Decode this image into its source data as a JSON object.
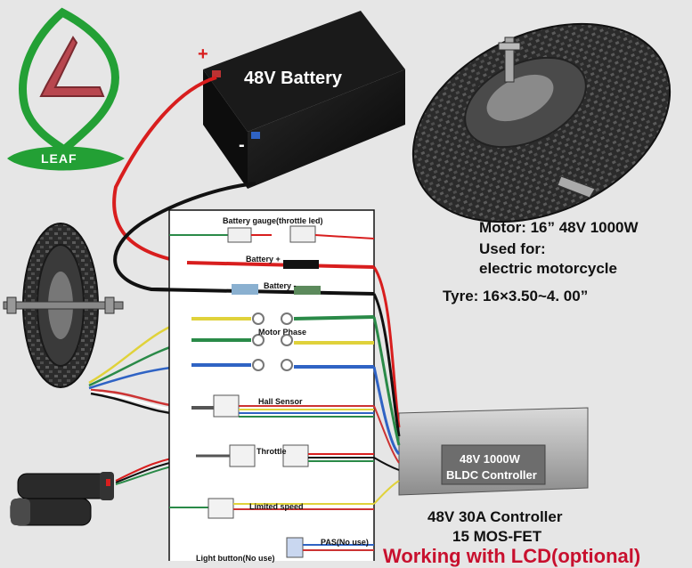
{
  "logo": {
    "text": "LEAF"
  },
  "battery": {
    "title": "48V Battery",
    "plus": "+",
    "minus": "-"
  },
  "panel": {
    "labels": {
      "battery_gauge": "Battery gauge(throttle led)",
      "battery_plus": "Battery +",
      "battery_minus": "Battery -",
      "motor_phase": "Motor Phase",
      "hall_sensor": "Hall Sensor",
      "throttle": "Throttle",
      "limited_speed": "Limited speed",
      "pas": "PAS(No use)",
      "light": "Light button(No use)"
    }
  },
  "motor_info": {
    "line1": "Motor: 16” 48V 1000W",
    "line2": "Used for:",
    "line3": "electric motorcycle",
    "tyre": "Tyre: 16×3.50~4. 00”"
  },
  "controller": {
    "label_line1": "48V 1000W",
    "label_line2": "BLDC Controller",
    "caption_line1": "48V 30A Controller",
    "caption_line2": "15 MOS-FET"
  },
  "footer": {
    "warning": "Working with LCD(optional)"
  },
  "colors": {
    "wire_red": "#d81e1e",
    "wire_black": "#111111",
    "wire_yellow": "#e0d23a",
    "wire_green": "#2a8a48",
    "wire_blue": "#2f63c4",
    "logo_green": "#23a035",
    "logo_red": "#b8474f",
    "warning": "#c8102e"
  }
}
